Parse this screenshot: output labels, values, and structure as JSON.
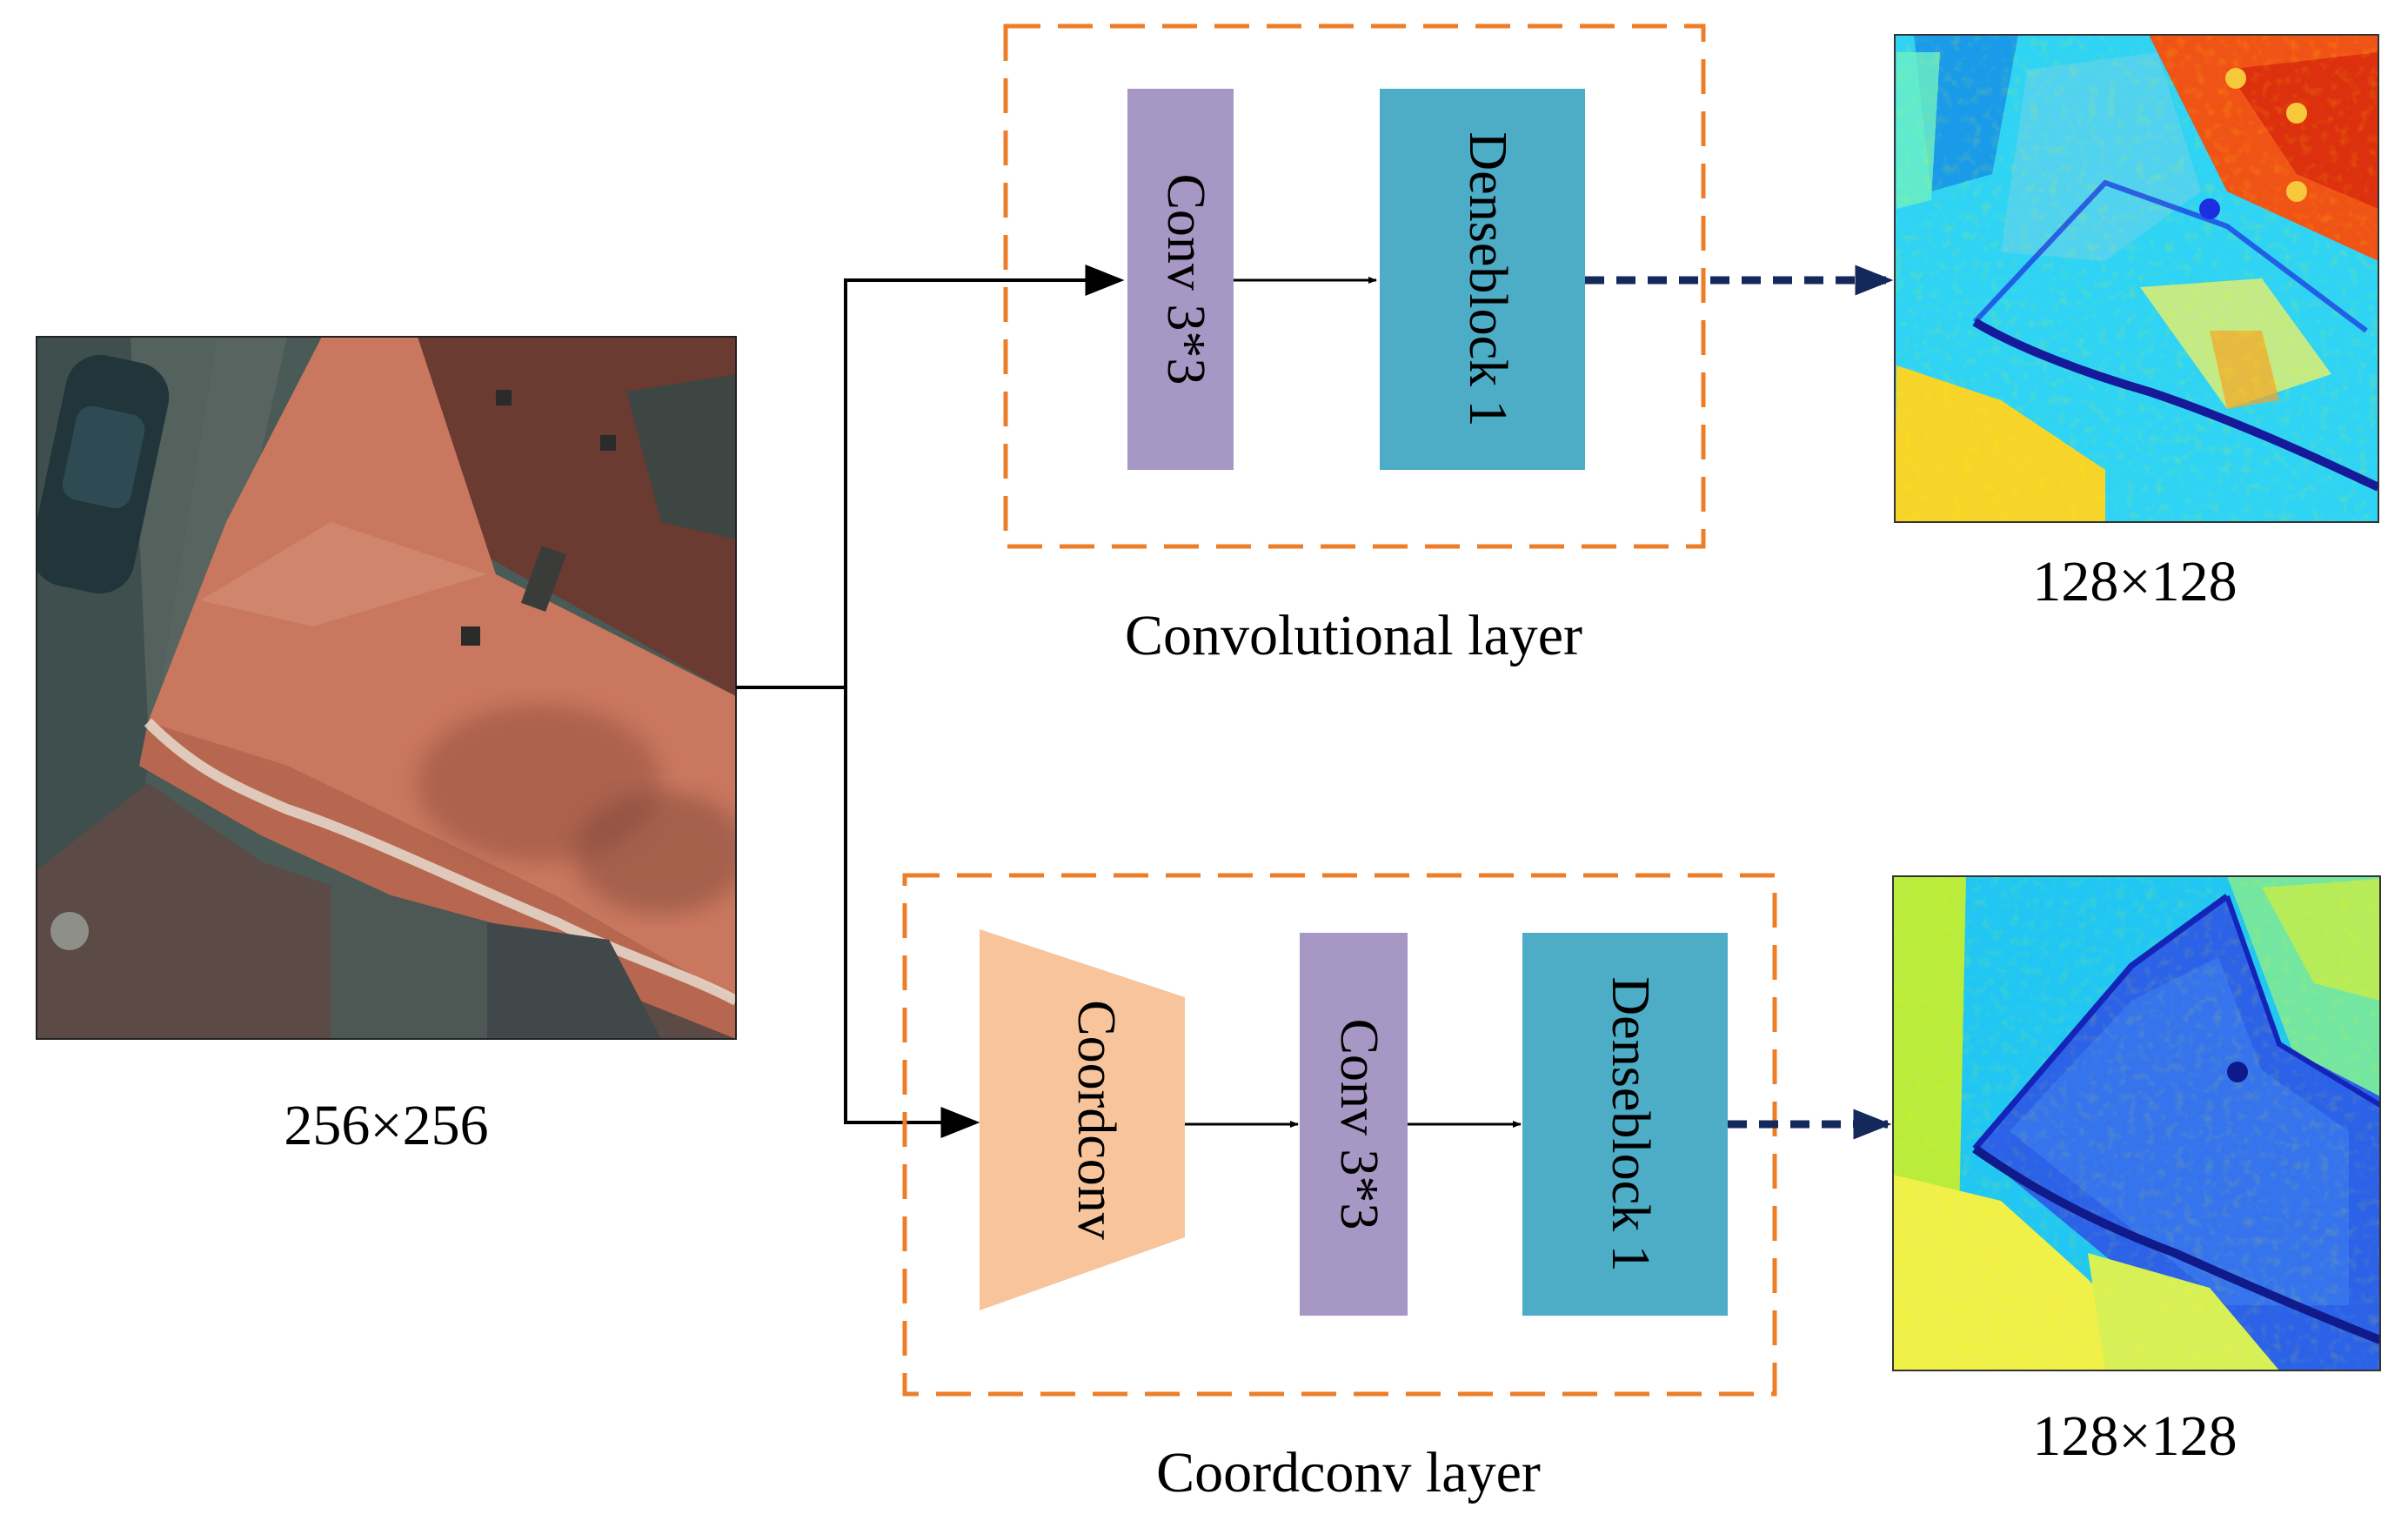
{
  "input_image": {
    "size_label": "256×256"
  },
  "convolutional_branch": {
    "title": "Convolutional layer",
    "conv_label": "Conv 3*3",
    "denseblock_label": "Denseblock 1",
    "output_size_label": "128×128"
  },
  "coordconv_branch": {
    "title": "Coordconv layer",
    "coordconv_label": "Coordconv",
    "conv_label": "Conv 3*3",
    "denseblock_label": "Denseblock 1",
    "output_size_label": "128×128"
  },
  "colors": {
    "frame_dashed": "#EE7D27",
    "conv_block": "#A797C4",
    "denseblock": "#4DACC6",
    "coordconv_block": "#F8C49B",
    "dotted_arrow": "#14285C",
    "solid_arrow": "#000000"
  }
}
